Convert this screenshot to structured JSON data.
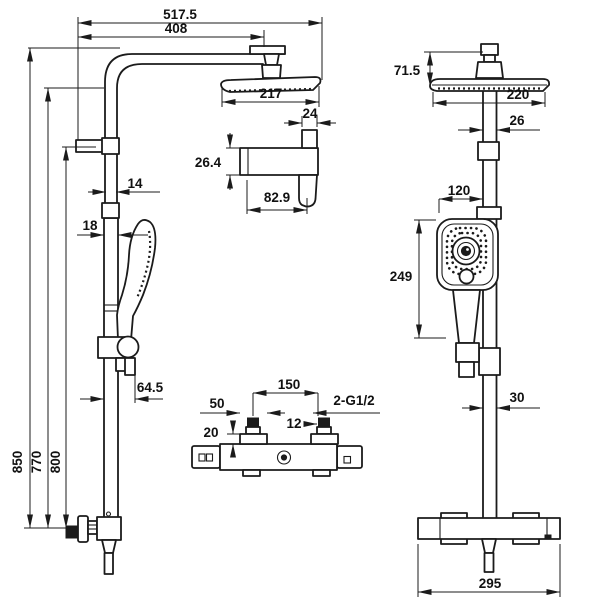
{
  "colors": {
    "line": "#1b1b1b",
    "background": "#ffffff"
  },
  "drawing": {
    "side_view": {
      "total_width": "517.5",
      "arm_projection": "408",
      "head_width": "217",
      "height_overall": "850",
      "height_head": "770",
      "height_rail": "800",
      "pipe_upper": "14",
      "pipe_lower": "18",
      "wall_clearance": "64.5",
      "holder_width": "24",
      "holder_height": "26.4",
      "holder_depth": "82.9"
    },
    "front_view": {
      "head_cap_height": "71.5",
      "head_width": "220",
      "pipe_upper": "26",
      "handset_offset": "120",
      "handset_height": "249",
      "pipe_lower": "30",
      "mixer_width": "295"
    },
    "mixer_top_view": {
      "inlet_spacing": "150",
      "inlet_flange": "50",
      "thread": "2-G1/2",
      "inlet_neck": "12",
      "flange_height": "20"
    }
  }
}
